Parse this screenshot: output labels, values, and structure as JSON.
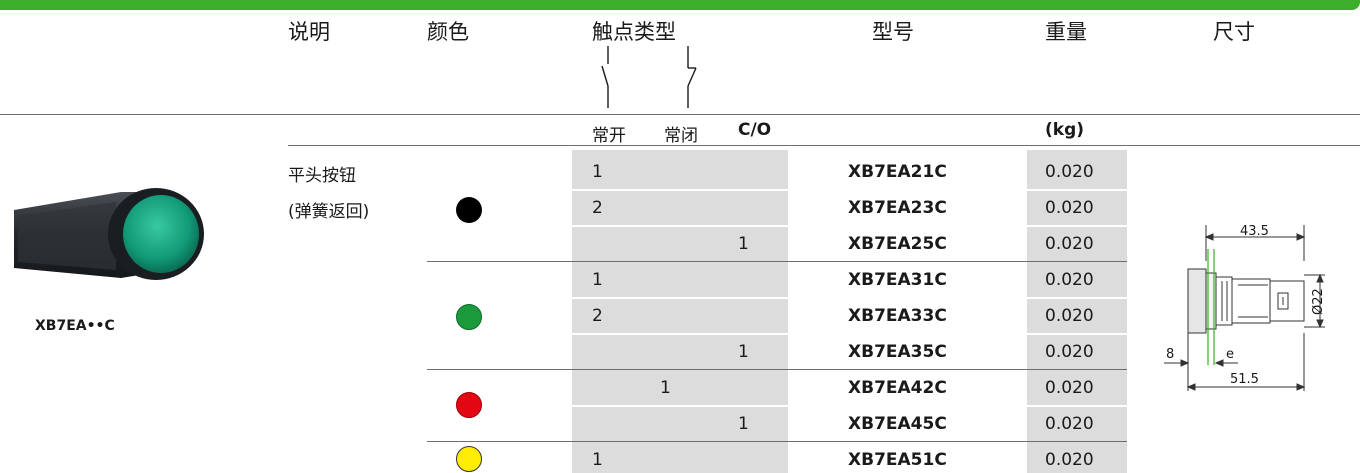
{
  "headers": {
    "description": "说明",
    "color": "颜色",
    "contact_type": "触点类型",
    "model": "型号",
    "weight": "重量",
    "dimensions": "尺寸"
  },
  "subheaders": {
    "no": "常开",
    "nc": "常闭",
    "co": "C/O",
    "weight_unit": "(kg)"
  },
  "product": {
    "caption": "XB7EA••C",
    "desc_line1": "平头按钮",
    "desc_line2": "(弹簧返回)"
  },
  "colors": {
    "black": "#000000",
    "green": "#1a9a3a",
    "red": "#e30613",
    "yellow": "#ffec00",
    "brand_green": "#3dae2b",
    "cell_gray": "#dcdcdc"
  },
  "rows": [
    {
      "no": "1",
      "nc": "",
      "co": "",
      "model": "XB7EA21C",
      "weight": "0.020"
    },
    {
      "no": "2",
      "nc": "",
      "co": "",
      "model": "XB7EA23C",
      "weight": "0.020"
    },
    {
      "no": "",
      "nc": "",
      "co": "1",
      "model": "XB7EA25C",
      "weight": "0.020"
    },
    {
      "no": "1",
      "nc": "",
      "co": "",
      "model": "XB7EA31C",
      "weight": "0.020"
    },
    {
      "no": "2",
      "nc": "",
      "co": "",
      "model": "XB7EA33C",
      "weight": "0.020"
    },
    {
      "no": "",
      "nc": "",
      "co": "1",
      "model": "XB7EA35C",
      "weight": "0.020"
    },
    {
      "no": "",
      "nc": "1",
      "co": "",
      "model": "XB7EA42C",
      "weight": "0.020"
    },
    {
      "no": "",
      "nc": "",
      "co": "1",
      "model": "XB7EA45C",
      "weight": "0.020"
    },
    {
      "no": "1",
      "nc": "",
      "co": "",
      "model": "XB7EA51C",
      "weight": "0.020"
    }
  ],
  "drawing": {
    "length_total": "51.5",
    "length_body": "43.5",
    "diameter": "Ø22",
    "front": "8",
    "e": "e"
  }
}
